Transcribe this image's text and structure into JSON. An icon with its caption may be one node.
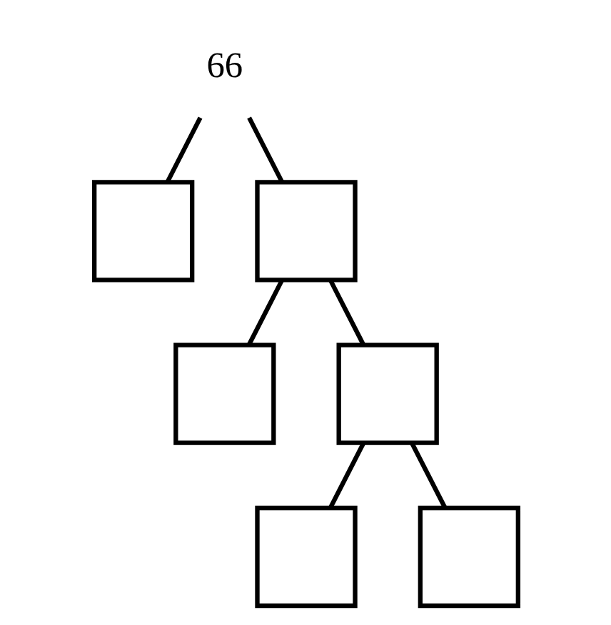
{
  "diagram": {
    "nodes": [
      {
        "text": [
          "66"
        ]
      },
      {
        "text": [],
        "shape": "box"
      },
      {
        "text": [],
        "shape": "box"
      },
      {
        "text": [],
        "shape": "box"
      },
      {
        "text": [],
        "shape": "box"
      },
      {
        "text": [],
        "shape": "box"
      },
      {
        "text": [],
        "shape": "box"
      }
    ],
    "edges": [
      {
        "from": 0,
        "to": 1,
        "arrow": "none"
      },
      {
        "from": 0,
        "to": 2,
        "arrow": "none"
      },
      {
        "from": 2,
        "to": 3,
        "arrow": "none"
      },
      {
        "from": 2,
        "to": 4,
        "arrow": "none"
      },
      {
        "from": 4,
        "to": 5,
        "arrow": "none"
      },
      {
        "from": 4,
        "to": 6,
        "arrow": "none"
      }
    ]
  }
}
